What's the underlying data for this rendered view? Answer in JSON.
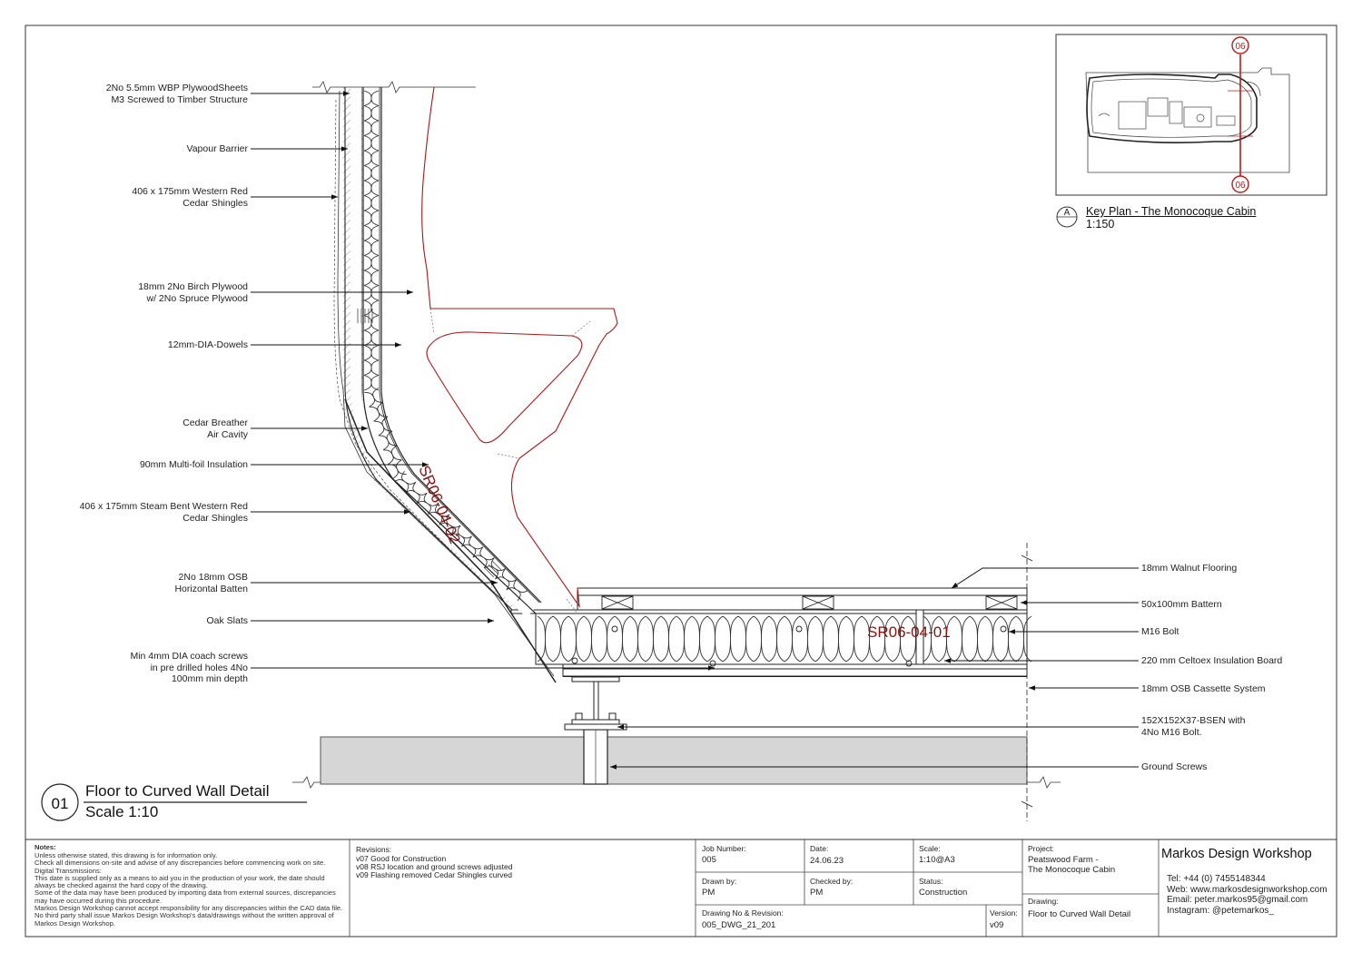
{
  "labels_left": [
    {
      "id": "plywood-sheets-label",
      "text": "2No 5.5mm WBP PlywoodSheets\nM3 Screwed to Timber Structure"
    },
    {
      "id": "vapour-barrier-label",
      "text": "Vapour Barrier"
    },
    {
      "id": "cedar-shingles-label",
      "text": "406 x 175mm Western Red\nCedar Shingles"
    },
    {
      "id": "birch-plywood-label",
      "text": "18mm 2No Birch Plywood\nw/ 2No Spruce Plywood"
    },
    {
      "id": "dowels-label",
      "text": "12mm-DIA-Dowels"
    },
    {
      "id": "breather-label",
      "text": "Cedar Breather\nAir Cavity"
    },
    {
      "id": "insulation-label",
      "text": "90mm Multi-foil Insulation"
    },
    {
      "id": "steam-bent-label",
      "text": "406 x 175mm Steam Bent Western Red\nCedar Shingles"
    },
    {
      "id": "osb-batten-label",
      "text": "2No 18mm OSB\nHorizontal Batten"
    },
    {
      "id": "oak-slats-label",
      "text": "Oak Slats"
    },
    {
      "id": "coach-screws-label",
      "text": "Min 4mm DIA coach screws\nin pre drilled holes 4No\n100mm min depth"
    }
  ],
  "labels_right": [
    {
      "id": "walnut-flooring-label",
      "text": "18mm Walnut Flooring"
    },
    {
      "id": "battern-label",
      "text": "50x100mm Battern"
    },
    {
      "id": "bolt-label",
      "text": "M16 Bolt"
    },
    {
      "id": "celtoex-label",
      "text": "220 mm Celtoex Insulation Board"
    },
    {
      "id": "osb-cassette-label",
      "text": "18mm OSB Cassette System"
    },
    {
      "id": "steel-beam-label",
      "text": "152X152X37-BSEN with\n4No M16 Bolt."
    },
    {
      "id": "ground-screws-label",
      "text": "Ground Screws"
    }
  ],
  "tags": {
    "wall_tag": "SR06-04-02",
    "floor_tag": "SR06-04-01"
  },
  "key_plan": {
    "section_marker": "06",
    "ref_letter": "A",
    "title": "Key Plan - The Monocoque Cabin",
    "scale": "1:150"
  },
  "detail": {
    "number": "01",
    "title": "Floor to Curved Wall Detail",
    "scale": "Scale 1:10"
  },
  "title_block": {
    "notes_heading": "Notes:",
    "notes_text": "Unless otherwise stated, this drawing is for information only.\nCheck all dimensions on-site and advise of any discrepancies before commencing work on site.\nDigital Transmissions:\nThis date is supplied only as a means to aid you in the production of your work, the date should always be checked against the hard copy of the drawing.\nSome of the data may have been produced by importing data from external sources, discrepancies may have occurred during this procedure.\nMarkos Design Workshop cannot accept responsibility for any discrepancies within the CAD data file.\nNo third party shall issue Markos Design Workshop's data/drawings without the written approval of Markos Design Workshop.",
    "revisions_heading": "Revisions:",
    "revisions": [
      "v07 Good for Construction",
      "v08 RSJ location and ground screws adjusted",
      "v09 Flashing removed Cedar Shingles curved"
    ],
    "job_number_label": "Job Number:",
    "job_number": "005",
    "date_label": "Date:",
    "date": "24.06.23",
    "scale_label": "Scale:",
    "scale": "1:10@A3",
    "drawn_by_label": "Drawn by:",
    "drawn_by": "PM",
    "checked_by_label": "Checked by:",
    "checked_by": "PM",
    "status_label": "Status:",
    "status": "Construction",
    "drawing_no_label": "Drawing No & Revision:",
    "drawing_no": "005_DWG_21_201",
    "version_label": "Version:",
    "version": "v09",
    "project_label": "Project:",
    "project": "Peatswood Farm -\nThe Monocoque Cabin",
    "drawing_label": "Drawing:",
    "drawing": "Floor to Curved Wall Detail",
    "company": "Markos Design Workshop",
    "contact": "Tel: +44 (0) 7455148344\nWeb: www.markosdesignworkshop.com\nEmail: peter.markos95@gmail.com\nInstagram: @petemarkos_"
  },
  "colors": {
    "line": "#222222",
    "red": "#b01515",
    "ground": "#d4d4d4",
    "tag": "#8b1010"
  }
}
